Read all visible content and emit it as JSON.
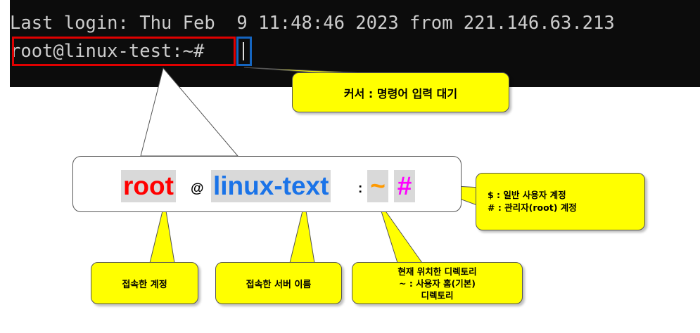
{
  "terminal": {
    "last_login_line": "Last login: Thu Feb  9 11:48:46 2023 from 221.146.63.213",
    "prompt": "root@linux-test:~#"
  },
  "callouts": {
    "cursor": "커서 : 명령어 입력 대기",
    "symbol": [
      "$ : 일반 사용자 계정",
      "# : 관리자(root) 계정"
    ],
    "account": "접속한 계정",
    "server": "접속한 서버 이름",
    "directory": [
      "현재 위치한 디렉토리",
      "~ : 사용자 홈(기본)",
      "디렉토리"
    ]
  },
  "breakdown": {
    "user": "root",
    "at": "@",
    "host": "linux-text",
    "colon": ":",
    "tilde": "~",
    "hash": "#"
  },
  "colors": {
    "user": "#ff0000",
    "host": "#1a73e8",
    "tilde": "#ff9900",
    "hash": "#ff00ff",
    "callout": "#ffff00"
  }
}
